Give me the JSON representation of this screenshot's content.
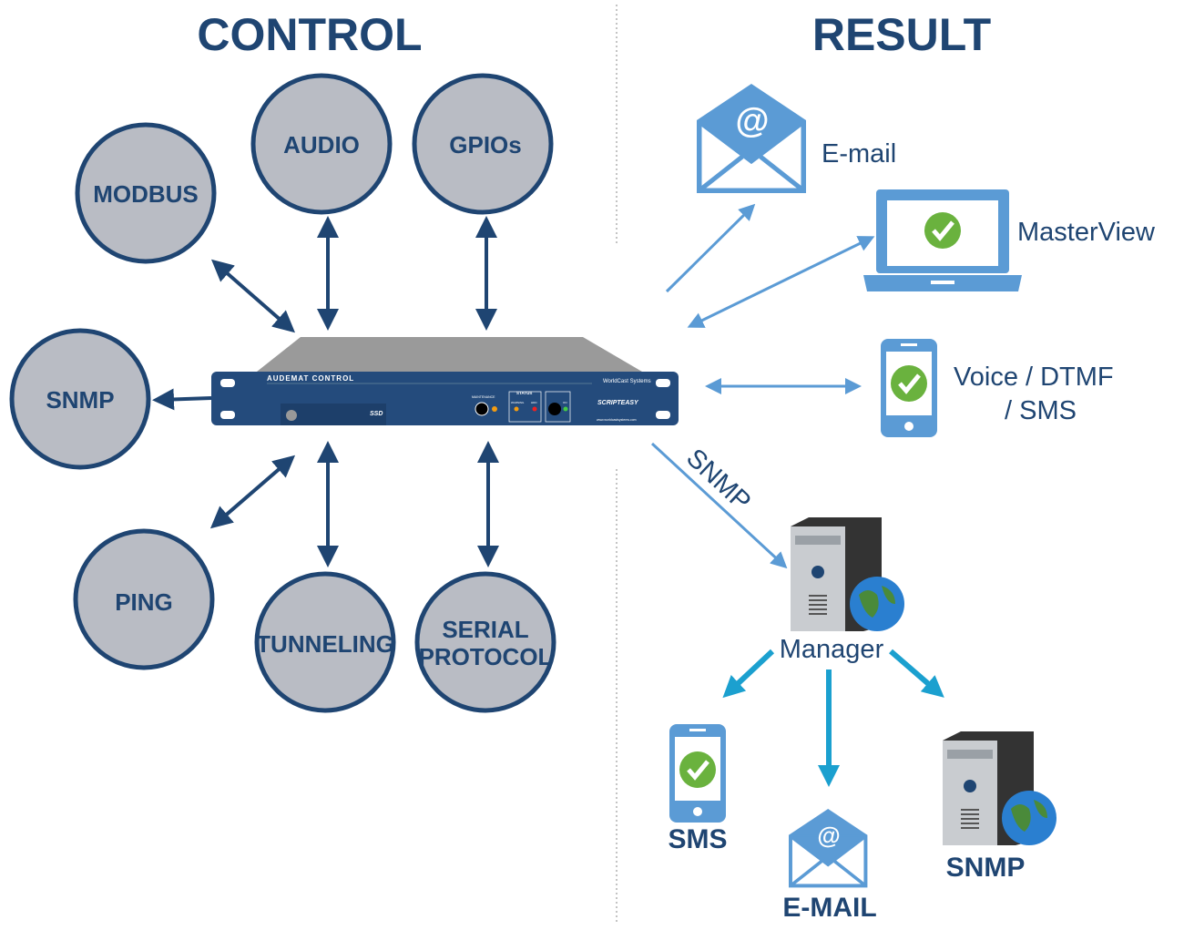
{
  "headings": {
    "control": "CONTROL",
    "result": "RESULT"
  },
  "control_inputs": [
    "MODBUS",
    "AUDIO",
    "GPIOs",
    "SNMP",
    "PING",
    "TUNNELING",
    "SERIAL",
    "PROTOCOL"
  ],
  "device": {
    "name": "AUDEMAT CONTROL",
    "brand": "WorldCast Systems",
    "ssd": "SSD",
    "maintenance": "MAINTENANCE",
    "status": "STATUS",
    "led_warning": "WARNING",
    "led_hdd": "HDD",
    "led_on": "ON",
    "scripteasy": "SCRIPTEASY",
    "website": "www.worldcastsystems.com"
  },
  "results": {
    "email": "E-mail",
    "masterview": "MasterView",
    "voice_line1": "Voice / DTMF",
    "voice_line2": "/ SMS",
    "snmp_arrow": "SNMP",
    "manager": "Manager",
    "sms": "SMS",
    "email_caps": "E-MAIL",
    "snmp": "SNMP"
  },
  "colors": {
    "navy": "#1f4572",
    "circle_fill": "#b9bcc4",
    "light_blue": "#5b9bd5",
    "cyan": "#1ba0cf",
    "check_green": "#6ab23e"
  }
}
